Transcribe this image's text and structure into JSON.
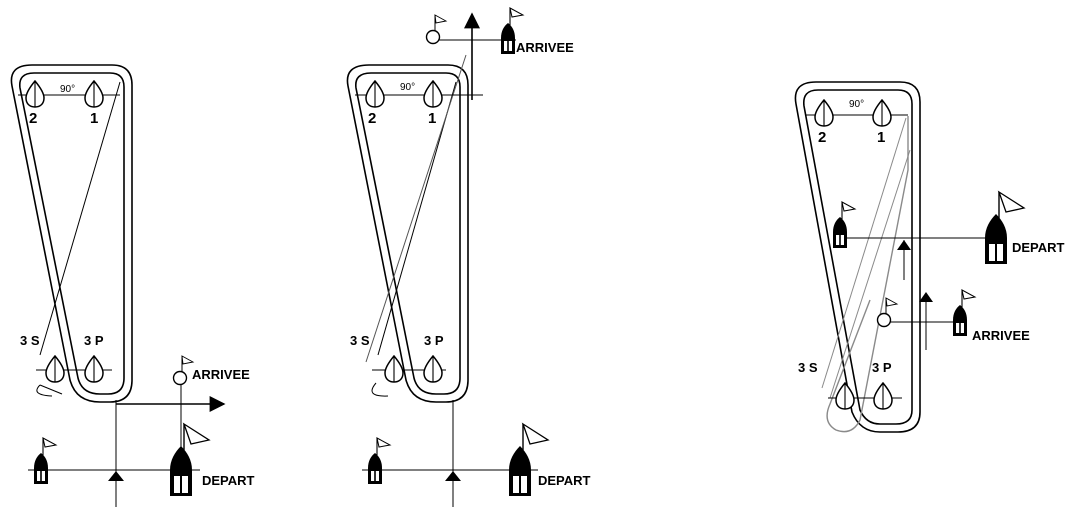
{
  "diagrams": [
    {
      "mark_1": "1",
      "mark_2": "2",
      "mark_3s": "3 S",
      "mark_3p": "3 P",
      "angle": "90°",
      "start_label": "DEPART",
      "finish_label": "ARRIVEE"
    },
    {
      "mark_1": "1",
      "mark_2": "2",
      "mark_3s": "3 S",
      "mark_3p": "3 P",
      "angle": "90°",
      "start_label": "DEPART",
      "finish_label": "ARRIVEE"
    },
    {
      "mark_1": "1",
      "mark_2": "2",
      "mark_3s": "3 S",
      "mark_3p": "3 P",
      "angle": "90°",
      "start_label": "DEPART",
      "finish_label": "ARRIVEE"
    }
  ],
  "colors": {
    "ink": "#000000",
    "faded": "#8a8a8a",
    "paper": "#ffffff"
  }
}
